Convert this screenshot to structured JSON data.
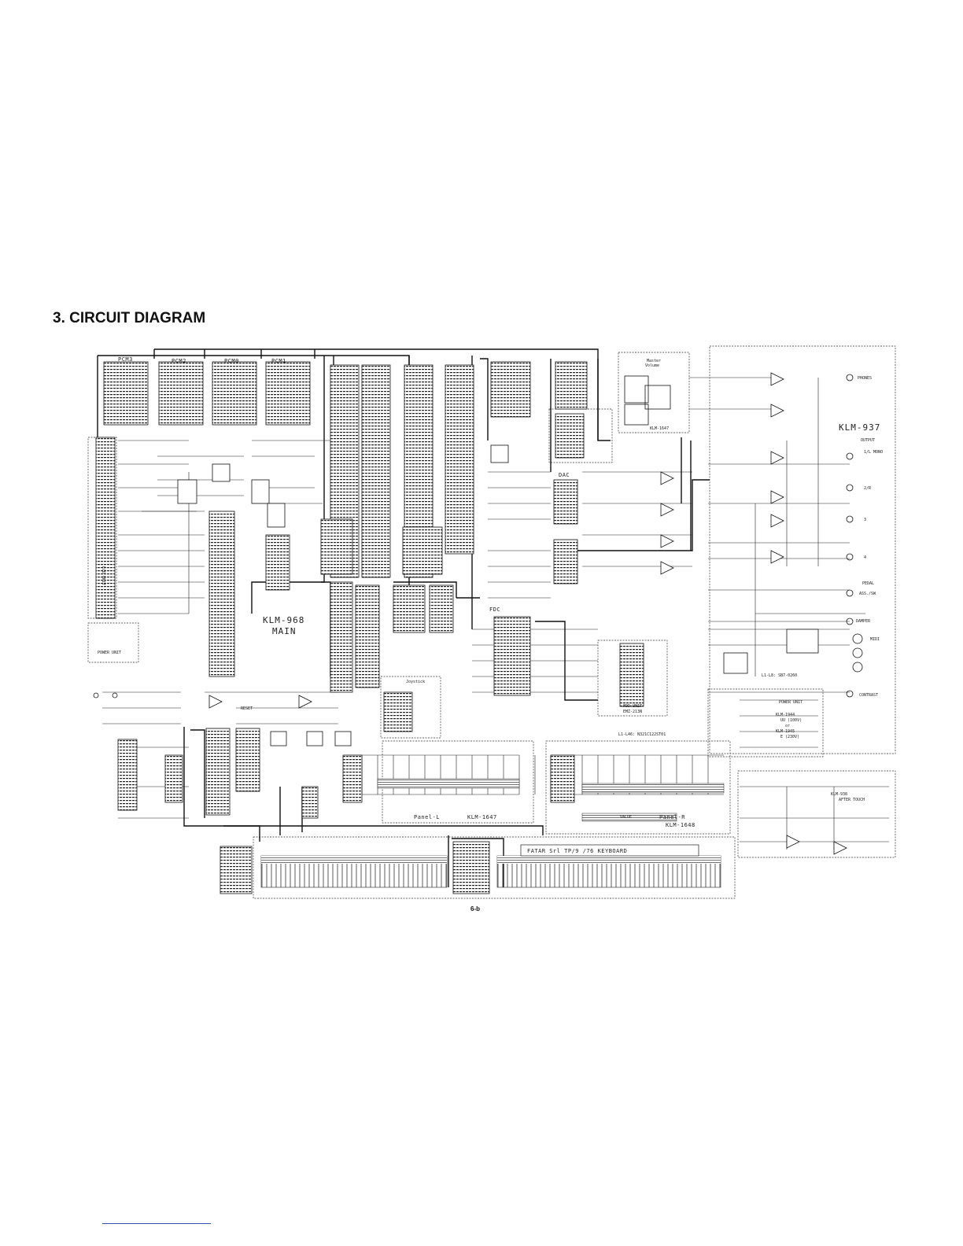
{
  "page": {
    "title": "3. CIRCUIT DIAGRAM",
    "page_number": "6-b"
  },
  "blocks": {
    "main": {
      "name": "KLM-968",
      "sub": "MAIN"
    },
    "pcm": [
      "PCM3",
      "PCM2",
      "PCM0",
      "PCM1"
    ],
    "dac": "DAC",
    "fdc": "FDC",
    "master_volume": {
      "l1": "Master",
      "l2": "Volume",
      "board": "KLM-1647"
    },
    "output_board": {
      "name": "KLM-937"
    },
    "phones": "PHONES",
    "output": {
      "label": "OUTPUT",
      "o1": "1/L MONO",
      "o2": "2/R",
      "o3": "3",
      "o4": "4"
    },
    "pedal": "PEDAL",
    "ass_sw": "ASS./SW",
    "damper": "DAMPER",
    "midi": "MIDI",
    "contrast": "CONTRAST",
    "ferrite": "L1-L8: SB7-0260",
    "ferrite2": "L1-L46: N321C122ST01",
    "power_unit_right": {
      "label": "POWER UNIT",
      "l1": "KLM-1944",
      "l2": "UU (100V)",
      "l3": "or",
      "l4": "KLM-1945",
      "l5": "E (230V)"
    },
    "power_unit_left": "POWER UNIT",
    "lcd_unit": "LCD UNIT",
    "reset": "RESET",
    "joystick": "Joystick",
    "fdd": {
      "l1": "FDD UNIT",
      "l2": "EMZ-213N"
    },
    "panel_l": {
      "name": "Panel-L",
      "board": "KLM-1647"
    },
    "panel_r": {
      "name": "Panel-R",
      "board": "KLM-1648"
    },
    "value": "VALUE",
    "after_touch": {
      "board": "KLM-938",
      "name": "AFTER TOUCH"
    },
    "keyboard": "FATAR Srl   TP/9 /76 KEYBOARD"
  }
}
